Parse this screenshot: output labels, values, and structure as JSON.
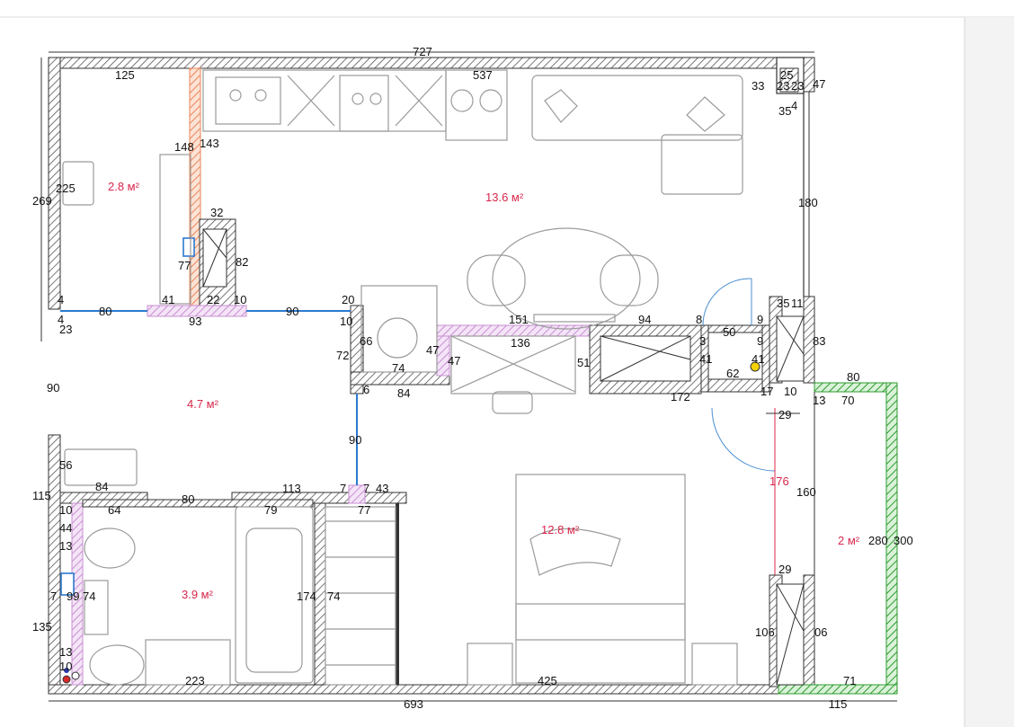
{
  "plan": {
    "overall": {
      "top": "727",
      "bottom": "693",
      "bottom_right": "115"
    },
    "areas": {
      "kitchen_living": "13.6 м²",
      "utility": "2.8 м²",
      "hall": "4.7 м²",
      "bathroom": "3.9 м²",
      "bedroom": "12.8 м²",
      "balcony": "2 м²"
    },
    "dims": {
      "d125": "125",
      "d537": "537",
      "d33": "33",
      "d25": "25",
      "d23a": "23",
      "d23b": "23",
      "d47": "47",
      "d4a": "4",
      "d35a": "35",
      "d148": "148",
      "d143": "143",
      "d269": "269",
      "d225": "225",
      "d32": "32",
      "d82": "82",
      "d77": "77",
      "d180": "180",
      "d41a": "41",
      "d22": "22",
      "d10a": "10",
      "d20": "20",
      "d35b": "35",
      "d11": "11",
      "d4b": "4",
      "d80a": "80",
      "d90a": "90",
      "d10b": "10",
      "d4c": "4",
      "d23c": "23",
      "d93": "93",
      "d66": "66",
      "d151": "151",
      "d94": "94",
      "d8": "8",
      "d9a": "9",
      "d83": "83",
      "d72": "72",
      "d47b": "47",
      "d136": "136",
      "d50": "50",
      "d3": "3",
      "d9b": "9",
      "d47c": "47",
      "d74a": "74",
      "d51": "51",
      "d41b": "41",
      "d62": "62",
      "d41c": "41",
      "d80b": "80",
      "d90b": "90",
      "d6": "6",
      "d84a": "84",
      "d172": "172",
      "d17": "17",
      "d10c": "10",
      "d13a": "13",
      "d70": "70",
      "d29a": "29",
      "d90c": "90",
      "d56": "56",
      "d115": "115",
      "d84b": "84",
      "d80c": "80",
      "d113": "113",
      "d7a": "7",
      "d7b": "7",
      "d43": "43",
      "d176": "176",
      "d160": "160",
      "d10d": "10",
      "d64": "64",
      "d79": "79",
      "d77b": "77",
      "d44": "44",
      "d13b": "13",
      "d280": "280",
      "d300": "300",
      "d29b": "29",
      "d7c": "7",
      "d99": "99",
      "d74b": "74",
      "d174": "174",
      "d74c": "74",
      "d135": "135",
      "d106a": "106",
      "d06": "06",
      "d13c": "13",
      "d10e": "10",
      "d223": "223",
      "d425": "425",
      "d71": "71"
    }
  },
  "colors": {
    "wall": "#444444",
    "partition_purple": "#c88fd3",
    "partition_orange": "#e9865a",
    "balcony_green": "#2e9b2e",
    "door_blue": "#4a8fd0",
    "opening_blue": "#2b7ad1",
    "area_red": "#d8274b",
    "furniture_gray": "#9a9a9a"
  }
}
